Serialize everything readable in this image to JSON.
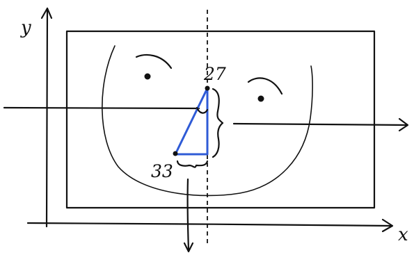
{
  "axes": {
    "y_label": "y",
    "x_label": "x"
  },
  "annotations": {
    "top_point": "27",
    "bottom_point": "33"
  },
  "colors": {
    "ink": "#111111",
    "triangle": "#2f5bd6",
    "background": "#ffffff"
  }
}
